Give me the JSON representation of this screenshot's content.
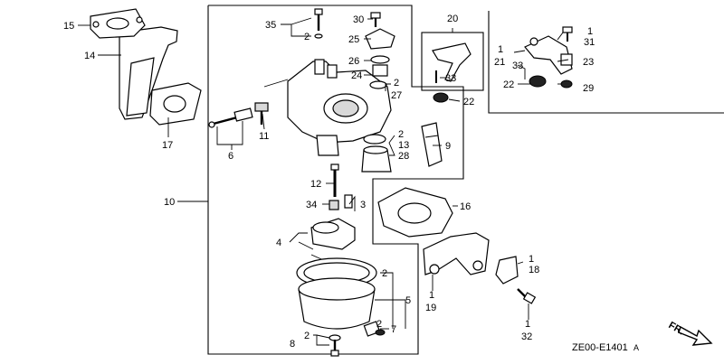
{
  "diagram": {
    "code": "ZE00-E1401",
    "code_suffix": "A",
    "direction_label": "FR."
  },
  "callouts": {
    "c1": "1",
    "c1b": "1",
    "c1c": "1",
    "c1d": "1",
    "c1e": "1",
    "c2": "2",
    "c2b": "2",
    "c2c": "2",
    "c2d": "2",
    "c2e": "2",
    "c2f": "2",
    "c3": "3",
    "c4": "4",
    "c5": "5",
    "c6": "6",
    "c7": "7",
    "c8": "8",
    "c9": "9",
    "c10": "10",
    "c11": "11",
    "c12": "12",
    "c13": "13",
    "c14": "14",
    "c15": "15",
    "c16": "16",
    "c17": "17",
    "c18": "18",
    "c19": "19",
    "c20": "20",
    "c21": "21",
    "c22": "22",
    "c22b": "22",
    "c23": "23",
    "c24": "24",
    "c25": "25",
    "c26": "26",
    "c27": "27",
    "c28": "28",
    "c29": "29",
    "c30": "30",
    "c31": "31",
    "c32": "32",
    "c33": "33",
    "c33b": "33",
    "c34": "34",
    "c35": "35"
  }
}
